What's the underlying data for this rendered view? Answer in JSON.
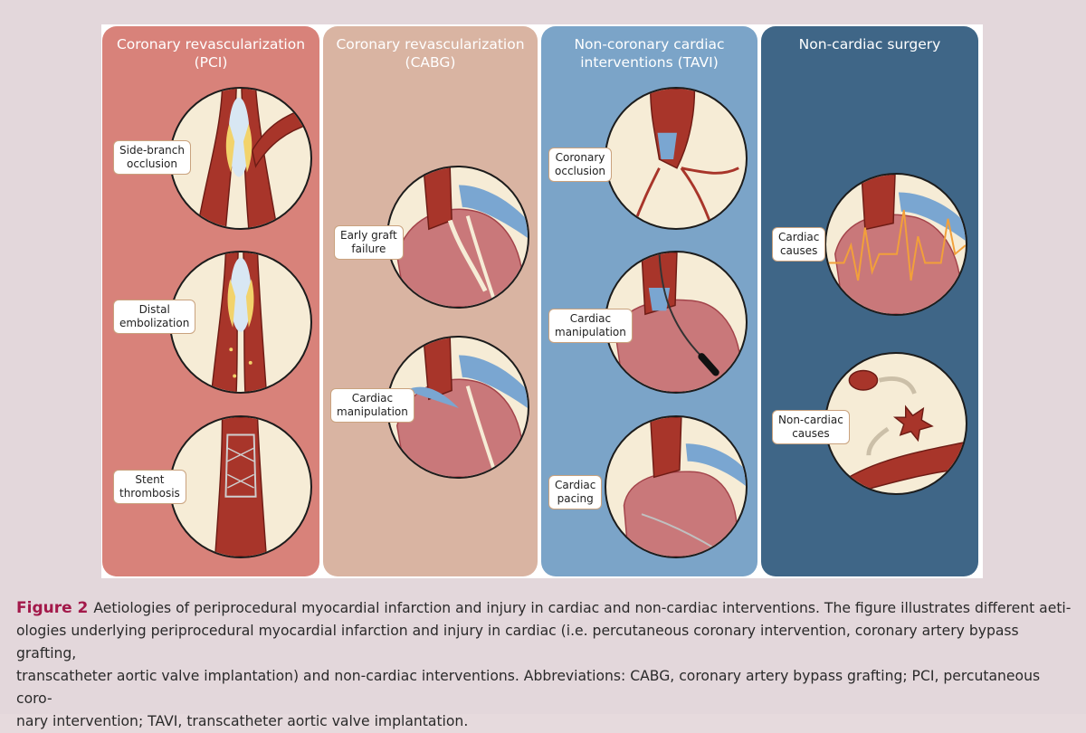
{
  "panels": [
    {
      "title_line1": "Coronary revascularization",
      "title_line2": "(PCI)",
      "color": "#d8827a"
    },
    {
      "title_line1": "Coronary revascularization",
      "title_line2": "(CABG)",
      "color": "#d9b4a2"
    },
    {
      "title_line1": "Non-coronary cardiac",
      "title_line2": "interventions (TAVI)",
      "color": "#7ba4c8"
    },
    {
      "title_line1": "Non-cardiac surgery",
      "title_line2": "",
      "color": "#3f6687"
    }
  ],
  "labels": {
    "side_branch": [
      "Side-branch",
      "occlusion"
    ],
    "distal": [
      "Distal",
      "embolization"
    ],
    "stent": [
      "Stent",
      "thrombosis"
    ],
    "early_graft": [
      "Early graft",
      "failure"
    ],
    "cabg_manip": [
      "Cardiac",
      "manipulation"
    ],
    "coronary_occlusion": [
      "Coronary",
      "occlusion"
    ],
    "tavi_manip": [
      "Cardiac",
      "manipulation"
    ],
    "pacing": [
      "Cardiac",
      "pacing"
    ],
    "cardiac_causes": [
      "Cardiac",
      "causes"
    ],
    "noncardiac_causes": [
      "Non-cardiac",
      "causes"
    ]
  },
  "caption": {
    "figure_label": "Figure 2",
    "line1": "Aetiologies of periprocedural myocardial infarction and injury in cardiac and non-cardiac interventions. The figure illustrates different aeti-",
    "line2": "ologies underlying periprocedural myocardial infarction and injury in cardiac (i.e. percutaneous coronary intervention, coronary artery bypass grafting,",
    "line3": "transcatheter aortic valve implantation) and non-cardiac interventions. Abbreviations: CABG, coronary artery bypass grafting; PCI, percutaneous coro-",
    "line4": "nary intervention; TAVI, transcatheter aortic valve implantation."
  },
  "colors": {
    "artery": "#a8352a",
    "artery_dark": "#6e1c15",
    "heart": "#c9787a",
    "heart_dark": "#a3434a",
    "vessel_blue": "#7aa6d1",
    "balloon": "#d8e7f3",
    "plaque": "#f2d36b",
    "ecg": "#f2a03a"
  }
}
